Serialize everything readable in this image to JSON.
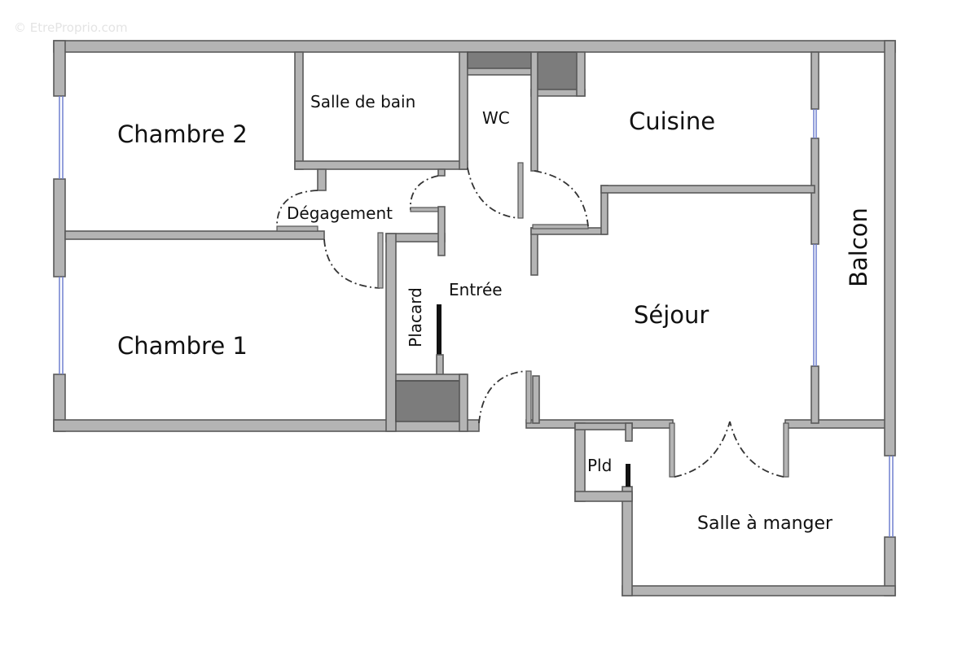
{
  "watermark": "© EtreProprio.com",
  "colors": {
    "wall_fill": "#b4b4b4",
    "wall_stroke": "#5a5a5a",
    "duct_fill": "#7c7c7c",
    "window": "#6f7fcf",
    "text": "#111111",
    "background": "#ffffff"
  },
  "rooms": {
    "chambre_2": "Chambre 2",
    "salle_de_bain": "Salle de bain",
    "wc": "WC",
    "cuisine": "Cuisine",
    "degagement": "Dégagement",
    "balcon": "Balcon",
    "placard": "Placard",
    "entree": "Entrée",
    "sejour": "Séjour",
    "chambre_1": "Chambre 1",
    "pld": "Pld",
    "salle_a_manger": "Salle à manger"
  }
}
